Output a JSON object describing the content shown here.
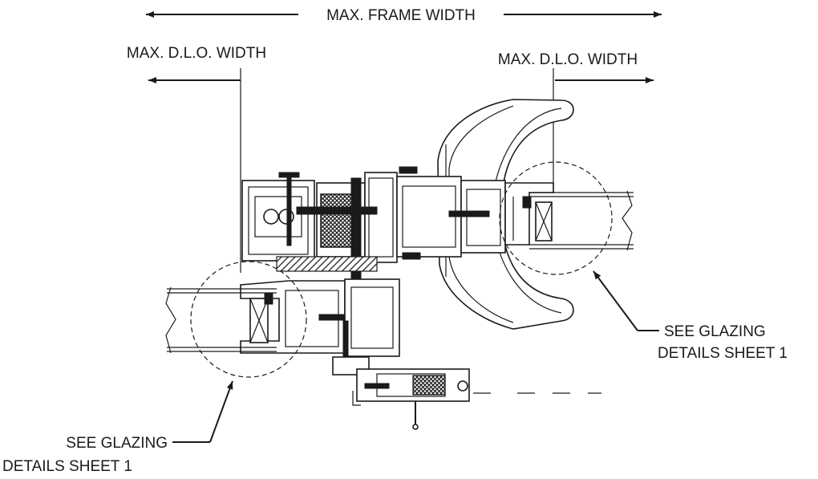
{
  "labels": {
    "frame_width": "MAX. FRAME WIDTH",
    "dlo_left": "MAX. D.L.O. WIDTH",
    "dlo_right": "MAX. D.L.O. WIDTH",
    "callout_right_line1": "SEE GLAZING",
    "callout_right_line2": "DETAILS SHEET 1",
    "callout_left_line1": "SEE GLAZING",
    "callout_left_line2": "DETAILS SHEET 1"
  },
  "colors": {
    "ink": "#1a1a1a",
    "background": "#ffffff"
  }
}
